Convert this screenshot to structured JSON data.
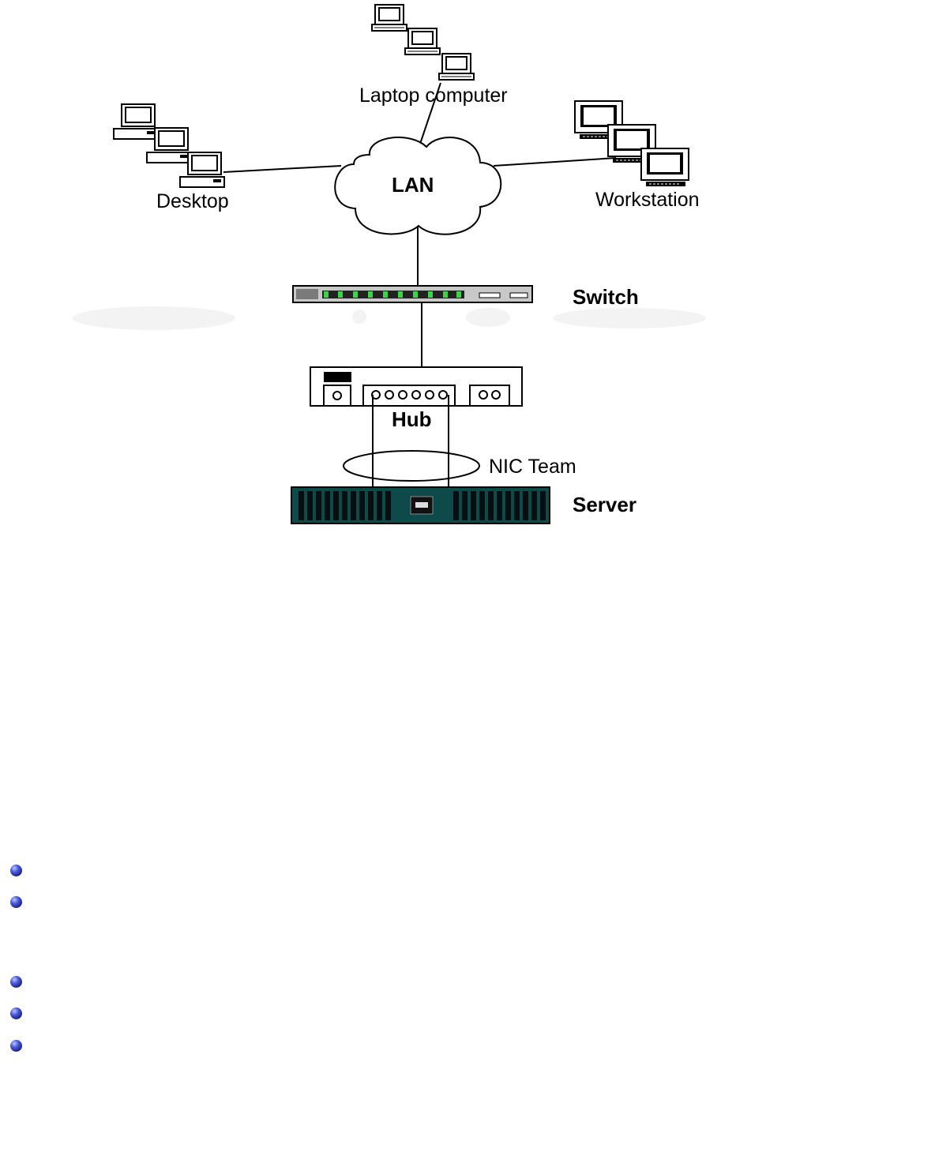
{
  "diagram": {
    "labels": {
      "laptop": "Laptop computer",
      "desktop": "Desktop",
      "workstation": "Workstation",
      "lan": "LAN",
      "switch": "Switch",
      "hub": "Hub",
      "nic_team": "NIC Team",
      "server": "Server"
    },
    "colors": {
      "line": "#000000",
      "server_face": "#0e4a4a",
      "switch_led": "#39d64a",
      "bullet": "#2a33b0"
    }
  },
  "bullet_list": {
    "items": [
      "",
      "",
      "",
      "",
      ""
    ]
  }
}
